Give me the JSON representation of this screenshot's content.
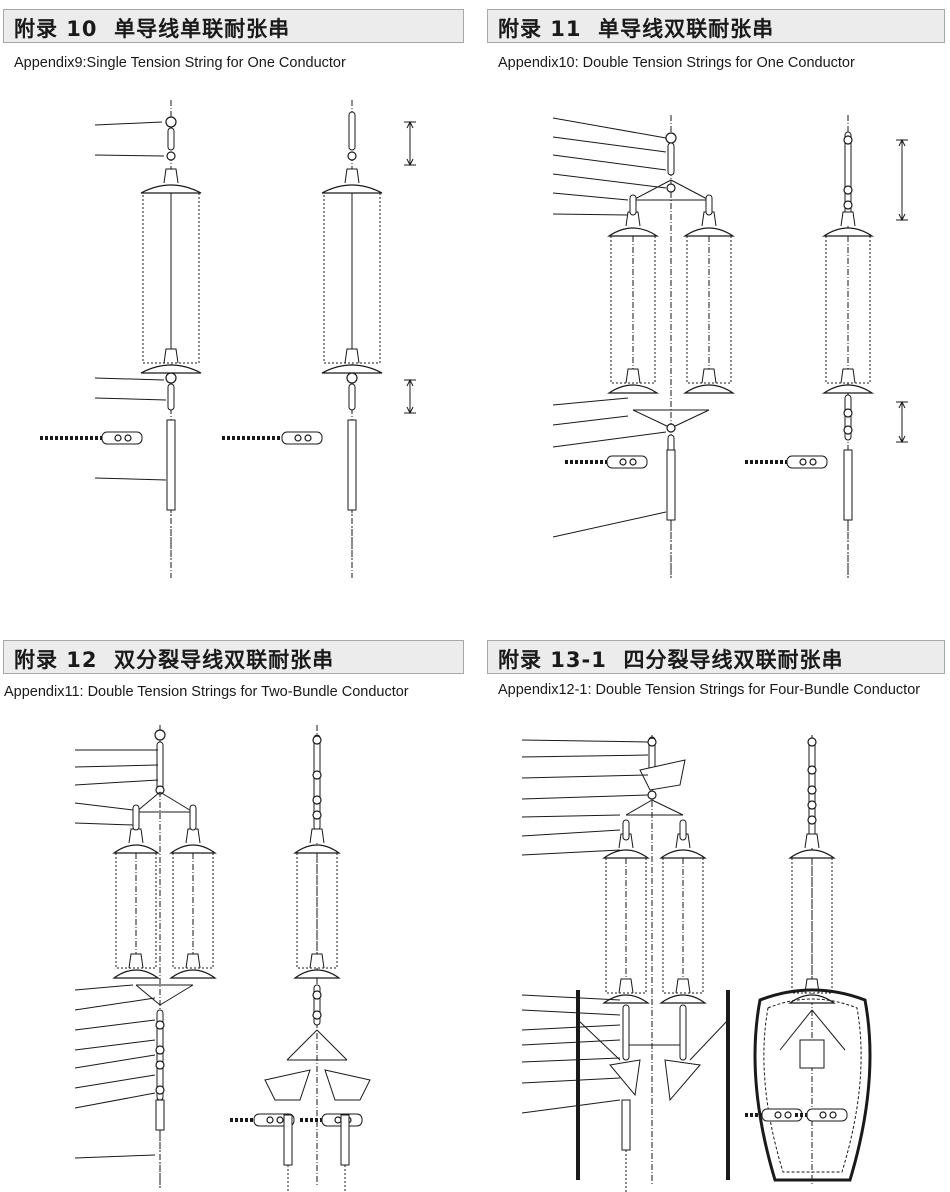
{
  "sections": [
    {
      "title": "附录 10  单导线单联耐张串",
      "subtitle": "Appendix9:Single Tension String for One Conductor"
    },
    {
      "title": "附录 11  单导线双联耐张串",
      "subtitle": "Appendix10: Double Tension Strings for One Conductor"
    },
    {
      "title": "附录 12  双分裂导线双联耐张串",
      "subtitle": "Appendix11: Double Tension Strings for Two-Bundle Conductor"
    },
    {
      "title": "附录 13-1  四分裂导线双联耐张串",
      "subtitle": "Appendix12-1: Double Tension Strings for Four-Bundle Conductor"
    }
  ],
  "colors": {
    "header_bg": "#ececec",
    "header_border": "#a8a8a8",
    "line": "#1a1a1a"
  }
}
